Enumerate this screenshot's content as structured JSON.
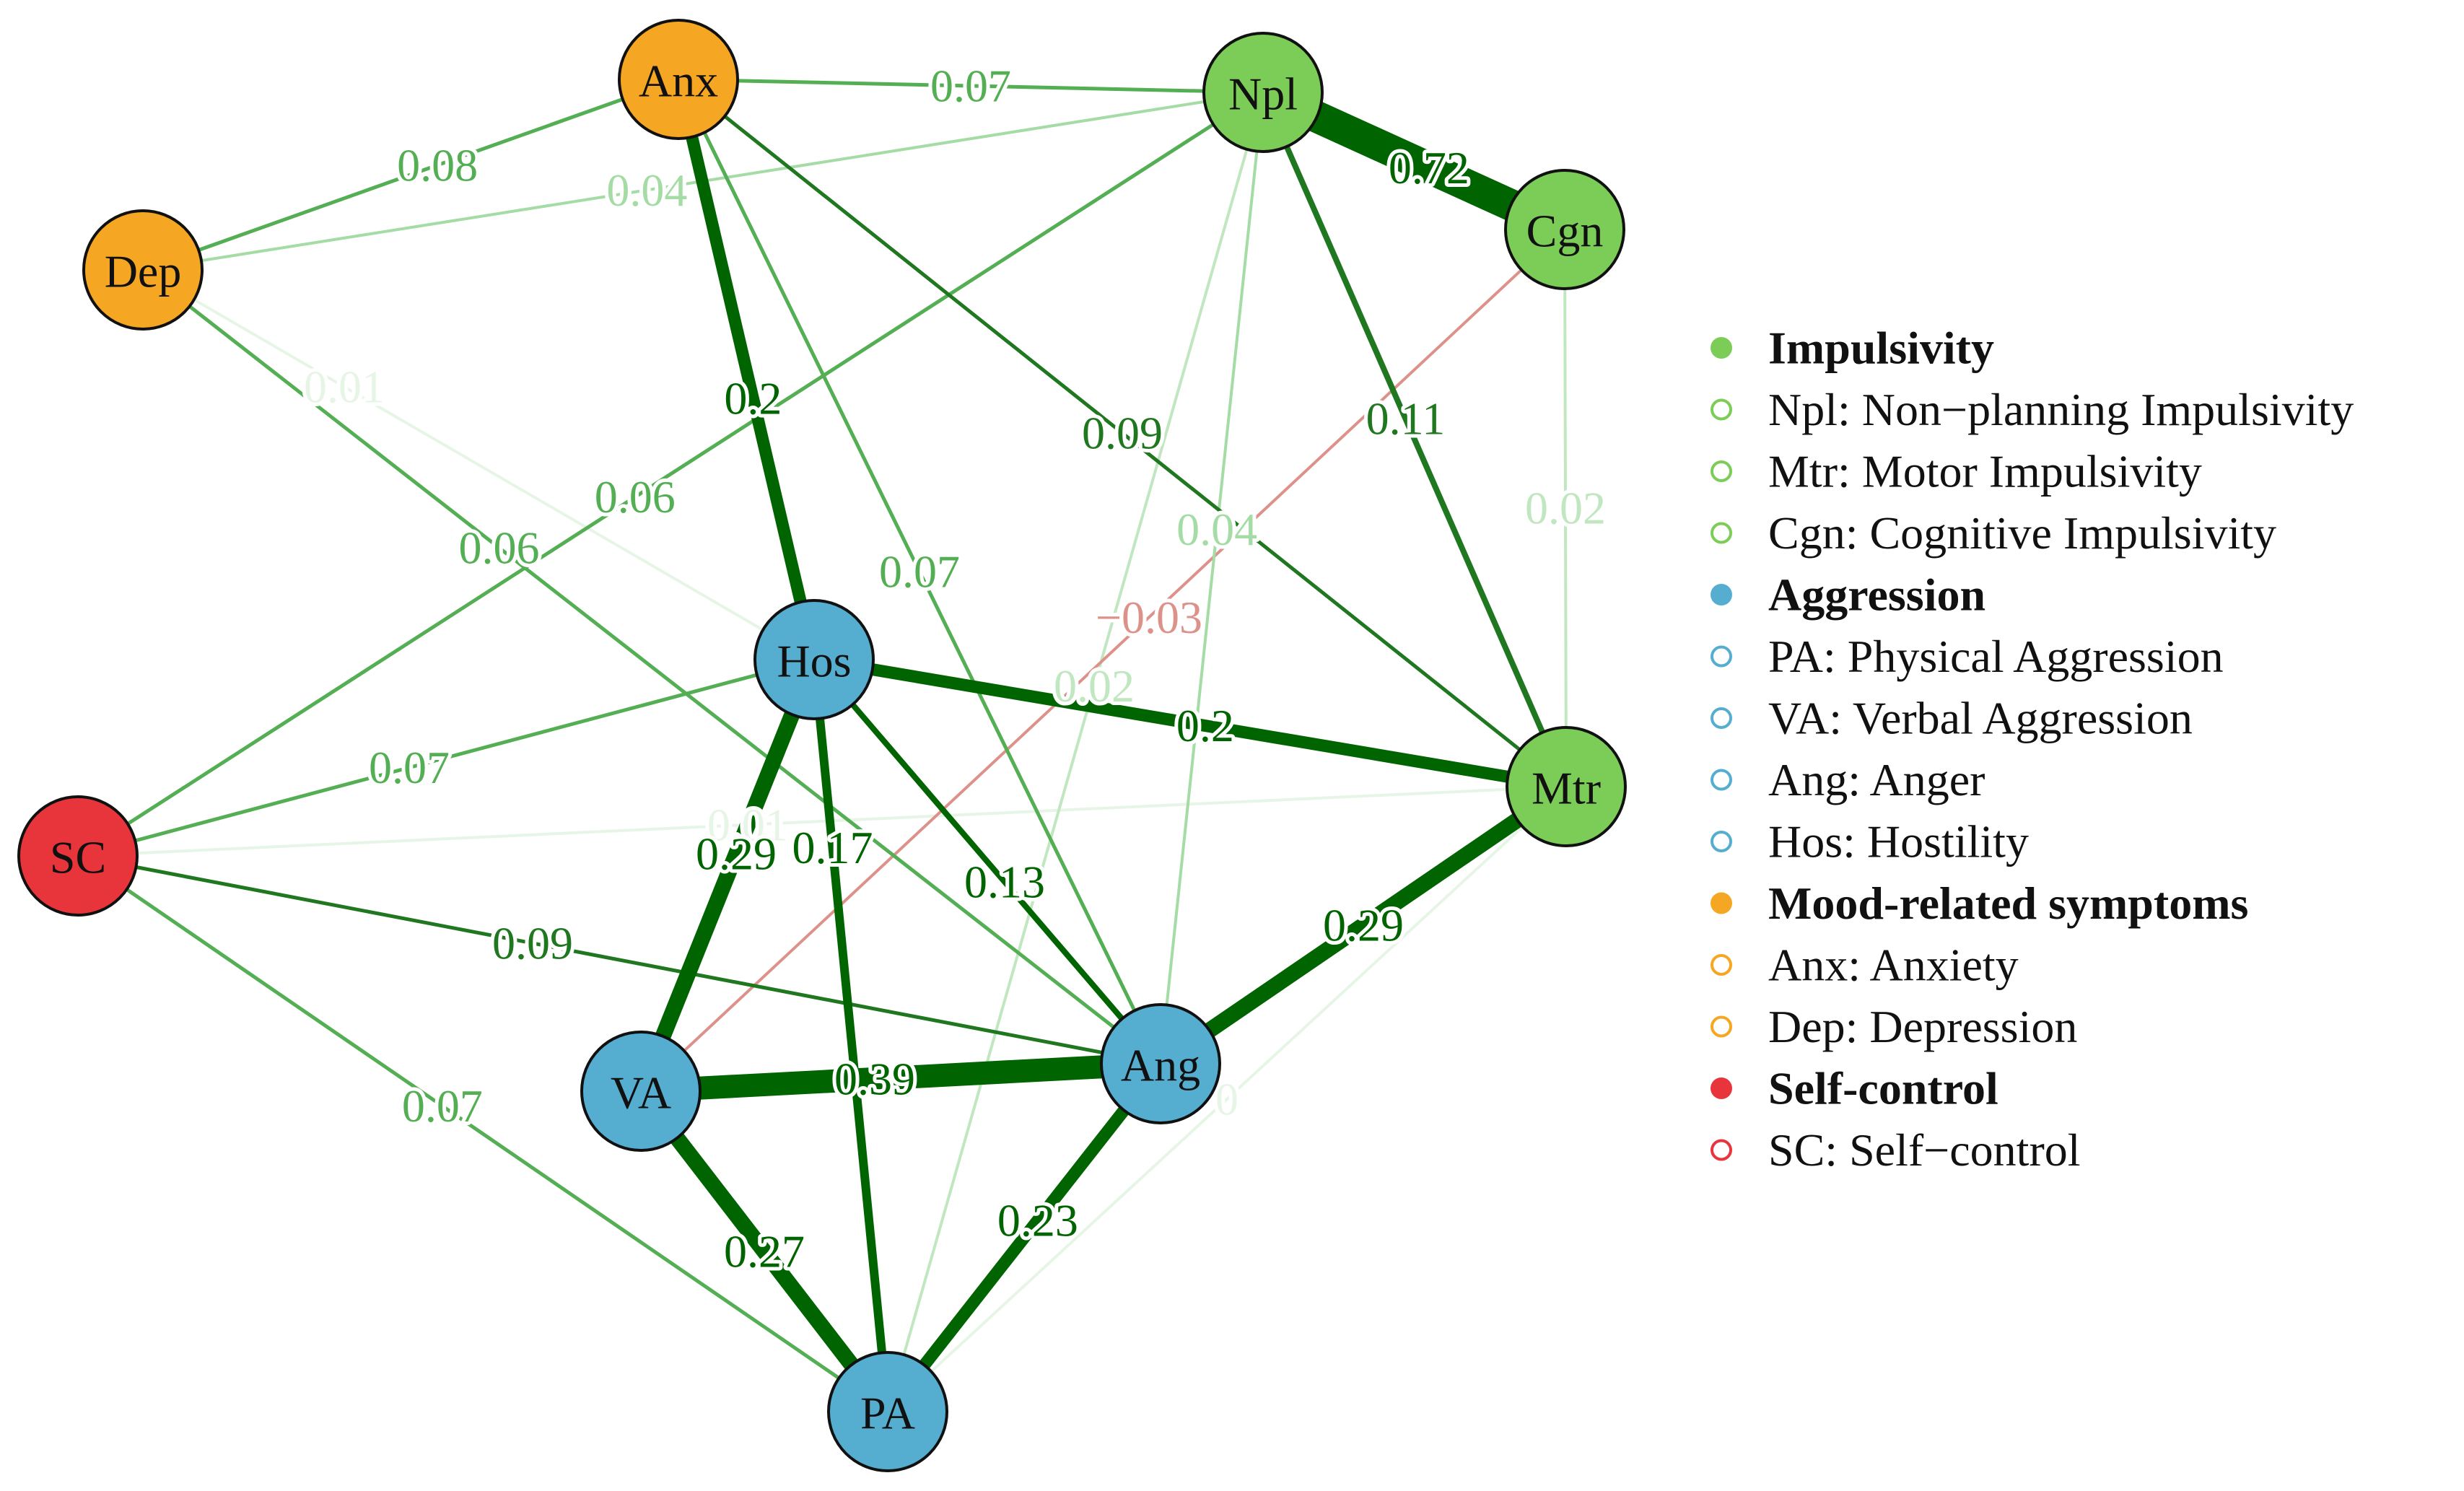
{
  "network": {
    "nodes": [
      {
        "id": "Anx",
        "label": "Anx",
        "group": "mood"
      },
      {
        "id": "Npl",
        "label": "Npl",
        "group": "impulsivity"
      },
      {
        "id": "Cgn",
        "label": "Cgn",
        "group": "impulsivity"
      },
      {
        "id": "Dep",
        "label": "Dep",
        "group": "mood"
      },
      {
        "id": "Hos",
        "label": "Hos",
        "group": "aggression"
      },
      {
        "id": "Mtr",
        "label": "Mtr",
        "group": "impulsivity"
      },
      {
        "id": "SC",
        "label": "SC",
        "group": "selfcontrol"
      },
      {
        "id": "VA",
        "label": "VA",
        "group": "aggression"
      },
      {
        "id": "Ang",
        "label": "Ang",
        "group": "aggression"
      },
      {
        "id": "PA",
        "label": "PA",
        "group": "aggression"
      }
    ],
    "edges": [
      {
        "from": "Npl",
        "to": "Cgn",
        "weight": 0.72,
        "label": "0.72"
      },
      {
        "from": "VA",
        "to": "Ang",
        "weight": 0.39,
        "label": "0.39"
      },
      {
        "from": "Hos",
        "to": "VA",
        "weight": 0.29,
        "label": "0.29"
      },
      {
        "from": "Mtr",
        "to": "Ang",
        "weight": 0.29,
        "label": "0.29"
      },
      {
        "from": "VA",
        "to": "PA",
        "weight": 0.27,
        "label": "0.27"
      },
      {
        "from": "Ang",
        "to": "PA",
        "weight": 0.23,
        "label": "0.23"
      },
      {
        "from": "Anx",
        "to": "Hos",
        "weight": 0.2,
        "label": "0.2"
      },
      {
        "from": "Hos",
        "to": "Mtr",
        "weight": 0.2,
        "label": "0.2"
      },
      {
        "from": "Hos",
        "to": "PA",
        "weight": 0.17,
        "label": "0.17"
      },
      {
        "from": "Hos",
        "to": "Ang",
        "weight": 0.13,
        "label": "0.13"
      },
      {
        "from": "Npl",
        "to": "Mtr",
        "weight": 0.11,
        "label": "0.11"
      },
      {
        "from": "Anx",
        "to": "Mtr",
        "weight": 0.09,
        "label": "0.09"
      },
      {
        "from": "SC",
        "to": "Ang",
        "weight": 0.09,
        "label": "0.09"
      },
      {
        "from": "Anx",
        "to": "Dep",
        "weight": 0.08,
        "label": "0.08"
      },
      {
        "from": "Anx",
        "to": "Npl",
        "weight": 0.07,
        "label": "0.07"
      },
      {
        "from": "Anx",
        "to": "Ang",
        "weight": 0.07,
        "label": "0.07"
      },
      {
        "from": "SC",
        "to": "Hos",
        "weight": 0.07,
        "label": "0.07"
      },
      {
        "from": "SC",
        "to": "PA",
        "weight": 0.07,
        "label": "0.07"
      },
      {
        "from": "SC",
        "to": "Npl",
        "weight": 0.06,
        "label": "0.06"
      },
      {
        "from": "Dep",
        "to": "Ang",
        "weight": 0.06,
        "label": "0.06"
      },
      {
        "from": "Dep",
        "to": "Npl",
        "weight": 0.04,
        "label": "0.04"
      },
      {
        "from": "Npl",
        "to": "Ang",
        "weight": 0.04,
        "label": "0.04"
      },
      {
        "from": "Cgn",
        "to": "Mtr",
        "weight": 0.02,
        "label": "0.02"
      },
      {
        "from": "Npl",
        "to": "PA",
        "weight": 0.02,
        "label": "0.02"
      },
      {
        "from": "Dep",
        "to": "Hos",
        "weight": 0.01,
        "label": "0.01"
      },
      {
        "from": "SC",
        "to": "Mtr",
        "weight": 0.01,
        "label": "0.01"
      },
      {
        "from": "Cgn",
        "to": "VA",
        "weight": -0.03,
        "label": "−0.03"
      },
      {
        "from": "Mtr",
        "to": "PA",
        "weight": 0.003,
        "label": "0"
      }
    ]
  },
  "legend": {
    "items": [
      {
        "text": "Impulsivity",
        "kind": "group",
        "group": "impulsivity"
      },
      {
        "text": "Npl: Non−planning Impulsivity",
        "kind": "node",
        "group": "impulsivity"
      },
      {
        "text": "Mtr: Motor Impulsivity",
        "kind": "node",
        "group": "impulsivity"
      },
      {
        "text": "Cgn: Cognitive Impulsivity",
        "kind": "node",
        "group": "impulsivity"
      },
      {
        "text": "Aggression",
        "kind": "group",
        "group": "aggression"
      },
      {
        "text": "PA: Physical Aggression",
        "kind": "node",
        "group": "aggression"
      },
      {
        "text": "VA: Verbal Aggression",
        "kind": "node",
        "group": "aggression"
      },
      {
        "text": "Ang: Anger",
        "kind": "node",
        "group": "aggression"
      },
      {
        "text": "Hos: Hostility",
        "kind": "node",
        "group": "aggression"
      },
      {
        "text": "Mood-related symptoms",
        "kind": "group",
        "group": "mood"
      },
      {
        "text": "Anx: Anxiety",
        "kind": "node",
        "group": "mood"
      },
      {
        "text": "Dep: Depression",
        "kind": "node",
        "group": "mood"
      },
      {
        "text": "Self-control",
        "kind": "group",
        "group": "selfcontrol"
      },
      {
        "text": "SC: Self−control",
        "kind": "node",
        "group": "selfcontrol"
      }
    ]
  },
  "colors": {
    "impulsivity": "#7ccd57",
    "aggression": "#55aed0",
    "mood": "#f5a623",
    "selfcontrol": "#e8353b",
    "positive_edge": "#006400",
    "negative_edge": "#c0392b",
    "node_border": "#111111"
  }
}
